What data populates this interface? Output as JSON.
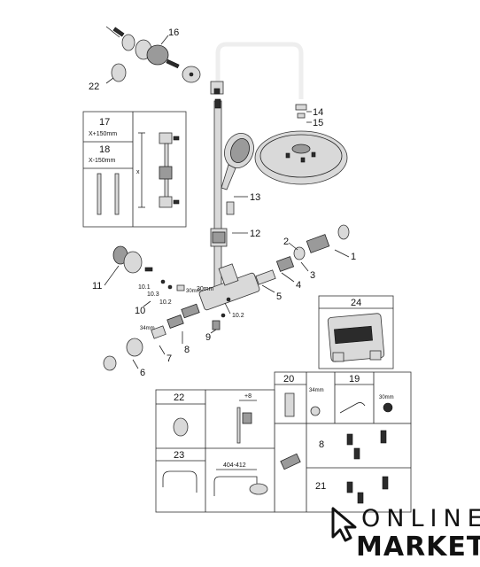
{
  "callouts": {
    "c1": "1",
    "c2": "2",
    "c3": "3",
    "c4": "4",
    "c5": "5",
    "c6": "6",
    "c7": "7",
    "c8": "8",
    "c9": "9",
    "c10": "10",
    "c10_1": "10.1",
    "c10_2": "10.2",
    "c10_3": "10.3",
    "c10_2b": "10.2",
    "c11": "11",
    "c12": "12",
    "c13": "13",
    "c14": "14",
    "c15": "15",
    "c16": "16",
    "c22": "22",
    "c24": "24"
  },
  "dims": {
    "d30mm_a": "30mm",
    "d34mm_a": "34mm"
  },
  "inset_extension": {
    "c17": "17",
    "c17_note": "X+150mm",
    "c18": "18",
    "c18_note": "X-150mm",
    "x_label": "x"
  },
  "parts_table": {
    "c20": "20",
    "c20_dim": "34mm",
    "c19": "19",
    "c19_dim": "30mm",
    "c8": "8",
    "c21": "21"
  },
  "service_table": {
    "c22": "22",
    "c23": "23",
    "dim_plus8": "+8",
    "dim_range": "404-412"
  },
  "logo": {
    "line1": "ONLINE",
    "line2": "MARKET"
  }
}
